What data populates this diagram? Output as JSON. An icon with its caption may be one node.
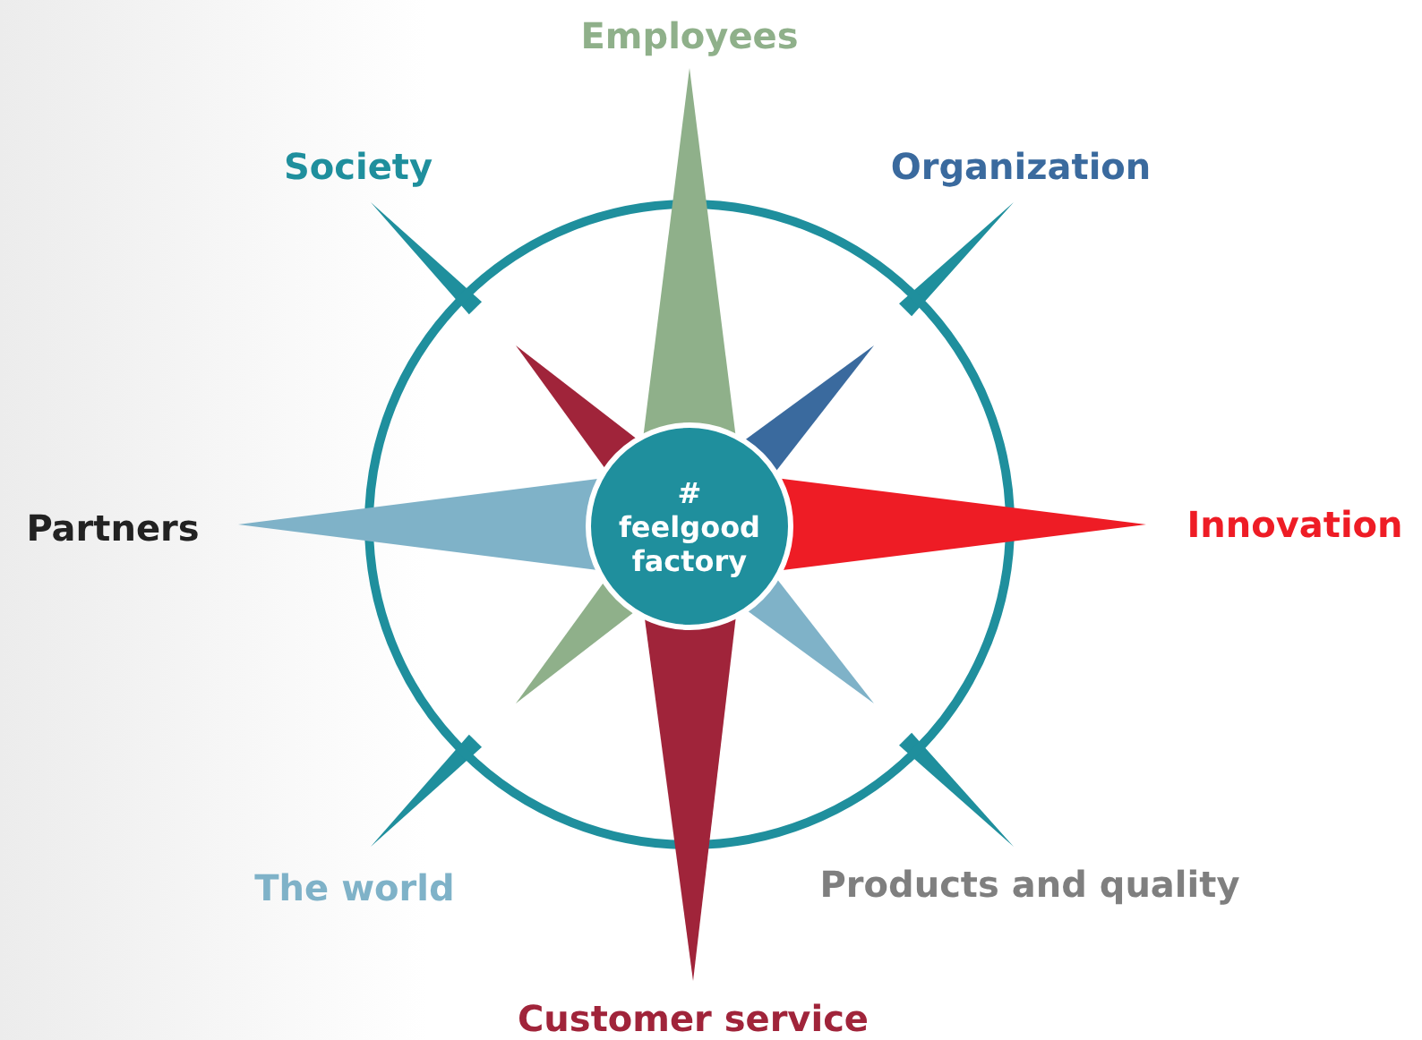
{
  "diagram": {
    "nodes": [
      {
        "text": [
          "# feelgood factory"
        ]
      }
    ],
    "edges": [],
    "labels": [
      "Employees",
      "Society",
      "Organization",
      "Partners",
      "Innovation",
      "The world",
      "Products and quality",
      "Customer service"
    ]
  }
}
